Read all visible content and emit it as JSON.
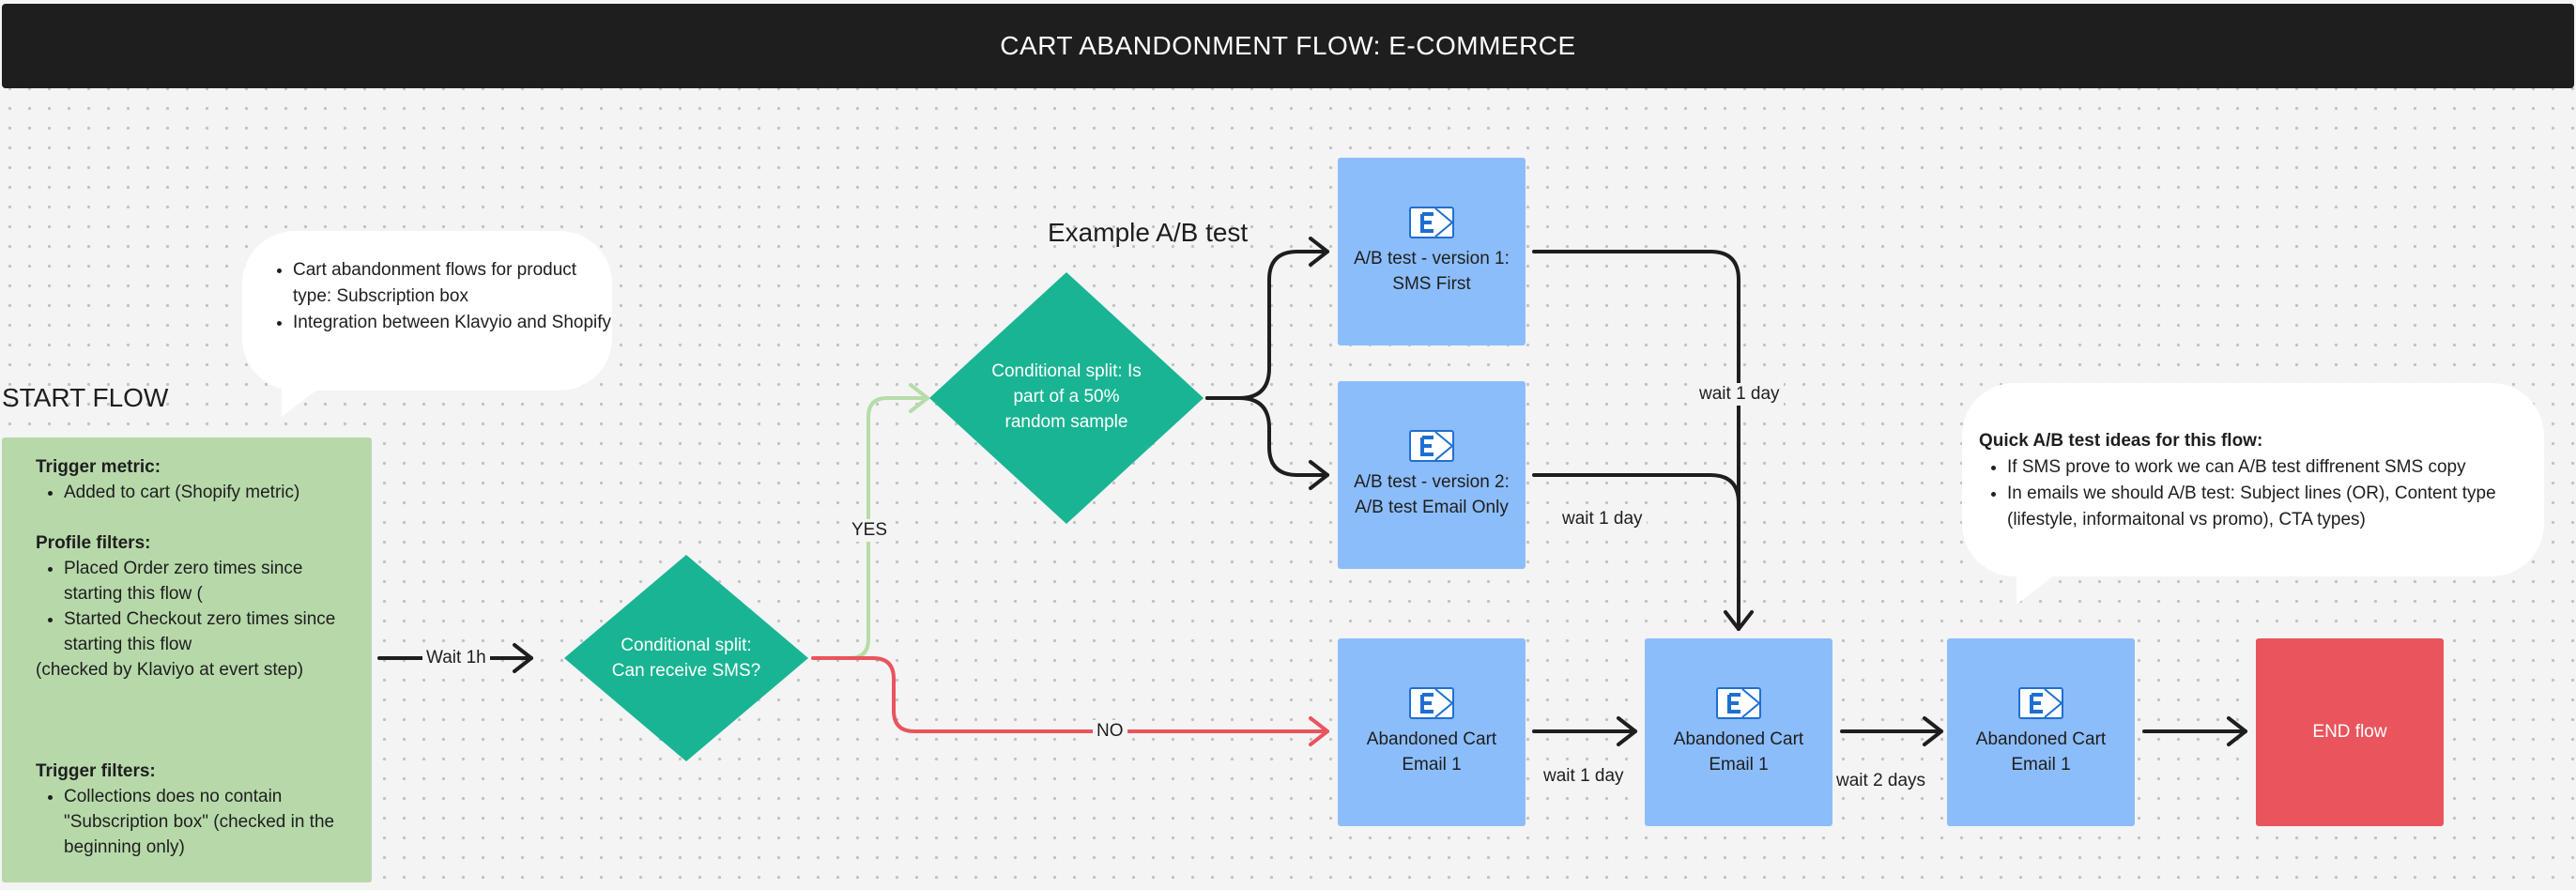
{
  "header": {
    "title": "CART ABANDONMENT FLOW: E-COMMERCE"
  },
  "start_title": "START FLOW",
  "ab_title": "Example A/B test",
  "bubble_left": {
    "items": [
      "Cart abandonment flows for product type: Subscription box",
      "Integration between Klavyio and Shopify"
    ]
  },
  "trigger": {
    "metric_title": "Trigger metric:",
    "metric_items": [
      "Added to cart (Shopify metric)"
    ],
    "profile_title": "Profile filters:",
    "profile_items": [
      "Placed Order zero times since starting this flow (",
      "Started Checkout zero times since starting this flow"
    ],
    "profile_note": "(checked by Klaviyo at evert step)",
    "filters_title": "Trigger filters:",
    "filters_items": [
      "Collections does no contain \"Subscription box\" (checked in the beginning only)"
    ]
  },
  "split_sms": {
    "label": "Conditional split: Can receive SMS?"
  },
  "split_ab": {
    "label": "Conditional split: Is part of a 50% random sample"
  },
  "emails": {
    "ab_v1": "A/B test - version 1: SMS First",
    "ab_v2": "A/B test - version 2: A/B test Email Only",
    "cart_1": "Abandoned Cart Email 1",
    "cart_2": "Abandoned Cart Email 1",
    "cart_3": "Abandoned Cart Email 1"
  },
  "end": {
    "label": "END flow"
  },
  "edges": {
    "wait_1h": "Wait 1h",
    "yes": "YES",
    "no": "NO",
    "wait_1_day_top": "wait 1 day",
    "wait_1_day_mid": "wait 1 day",
    "wait_1_day_bottom": "wait 1 day",
    "wait_2_days": "wait 2 days"
  },
  "bubble_right": {
    "title": "Quick A/B test ideas for this flow:",
    "items": [
      "If SMS prove to work we can A/B test diffrenent SMS copy",
      "In emails we should A/B test: Subject lines (OR), Content type (lifestyle, informaitonal vs promo), CTA types)"
    ]
  },
  "colors": {
    "header_bg": "#1e1e1e",
    "trigger_bg": "#b7d9aa",
    "diamond": "#19b493",
    "email": "#8cbdfb",
    "end": "#e9545d",
    "yes_line": "#b6dca8",
    "no_line": "#e9545d",
    "arrow": "#1e1e1e"
  },
  "icons": {
    "email": "email-envelope-icon"
  }
}
